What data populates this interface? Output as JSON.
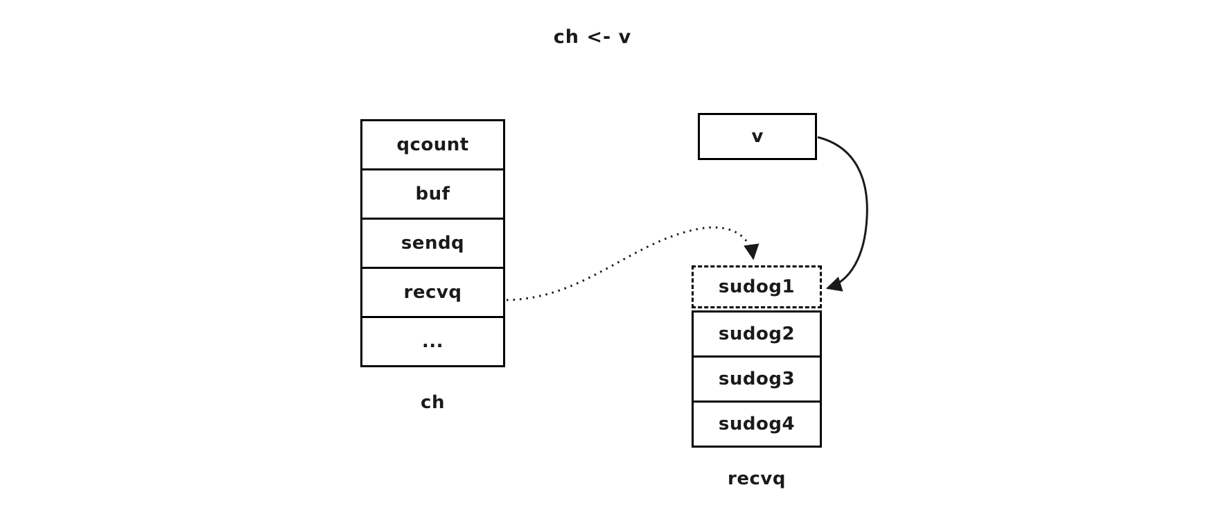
{
  "title": "ch <- v",
  "ch_struct": {
    "label": "ch",
    "cells": [
      "qcount",
      "buf",
      "sendq",
      "recvq",
      "..."
    ]
  },
  "v_box": {
    "label": "v"
  },
  "recvq_struct": {
    "label": "recvq",
    "cells": [
      "sudog1",
      "sudog2",
      "sudog3",
      "sudog4"
    ]
  },
  "arrows": [
    {
      "name": "recvq-to-sudog1",
      "style": "dotted",
      "from": "ch.recvq",
      "to": "recvq.sudog1"
    },
    {
      "name": "v-to-sudog1",
      "style": "solid",
      "from": "v",
      "to": "recvq.sudog1"
    }
  ],
  "colors": {
    "line": "#1a1a1a",
    "border": "#000000",
    "background": "#ffffff",
    "text": "#1a1a1a"
  }
}
